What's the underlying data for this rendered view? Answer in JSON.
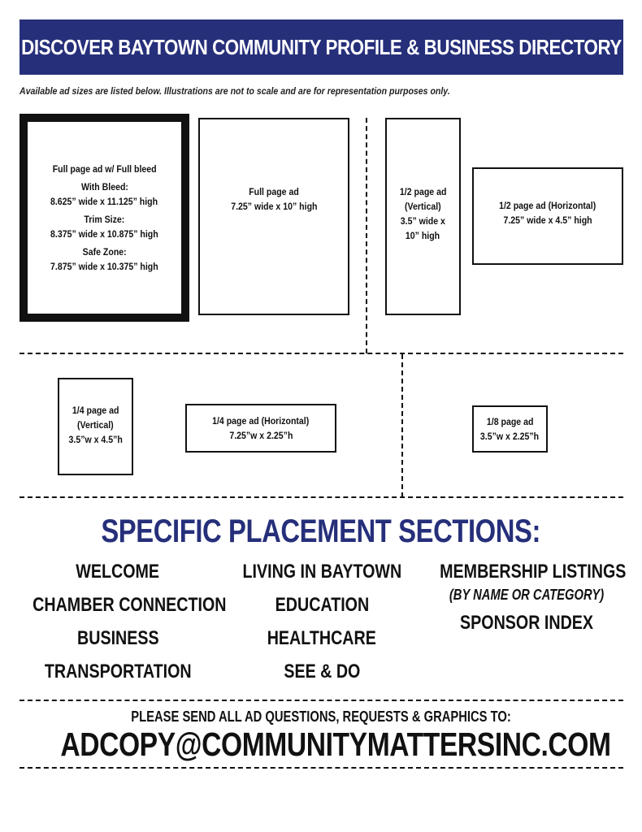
{
  "header": {
    "title": "DISCOVER BAYTOWN COMMUNITY PROFILE & BUSINESS DIRECTORY",
    "disclaimer": "Available ad sizes are listed below. Illustrations are not to scale and are for representation purposes only."
  },
  "ads": {
    "full_bleed": {
      "title": "Full page ad w/ Full bleed",
      "bleed_label": "With Bleed:",
      "bleed_size": "8.625” wide x 11.125” high",
      "trim_label": "Trim Size:",
      "trim_size": "8.375” wide x 10.875” high",
      "safe_label": "Safe Zone:",
      "safe_size": "7.875” wide x 10.375” high"
    },
    "full_page": {
      "title": "Full page ad",
      "size": "7.25” wide x 10” high"
    },
    "half_vertical": {
      "line1": "1/2 page ad",
      "line2": "(Vertical)",
      "line3": "3.5” wide x",
      "line4": "10” high"
    },
    "half_horizontal": {
      "title": "1/2 page ad (Horizontal)",
      "size": "7.25” wide x 4.5” high"
    },
    "quarter_vertical": {
      "line1": "1/4 page ad",
      "line2": "(Vertical)",
      "line3": "3.5”w x 4.5”h"
    },
    "quarter_horizontal": {
      "title": "1/4 page ad (Horizontal)",
      "size": "7.25”w x 2.25”h"
    },
    "eighth": {
      "title": "1/8 page ad",
      "size": "3.5”w x 2.25”h"
    }
  },
  "sections": {
    "title": "SPECIFIC PLACEMENT SECTIONS:",
    "col1": [
      "WELCOME",
      "CHAMBER CONNECTION",
      "BUSINESS",
      "TRANSPORTATION"
    ],
    "col2": [
      "LIVING IN BAYTOWN",
      "EDUCATION",
      "HEALTHCARE",
      "SEE & DO"
    ],
    "col3": {
      "item1": "MEMBERSHIP LISTINGS",
      "item1_note": "(BY NAME OR CATEGORY)",
      "item2": "SPONSOR INDEX"
    }
  },
  "contact": {
    "label": "PLEASE SEND ALL AD QUESTIONS, REQUESTS & GRAPHICS TO:",
    "email": "ADCOPY@COMMUNITYMATTERSINC.COM"
  },
  "colors": {
    "brand_navy": "#262f7a",
    "text": "#111111",
    "background": "#ffffff"
  }
}
